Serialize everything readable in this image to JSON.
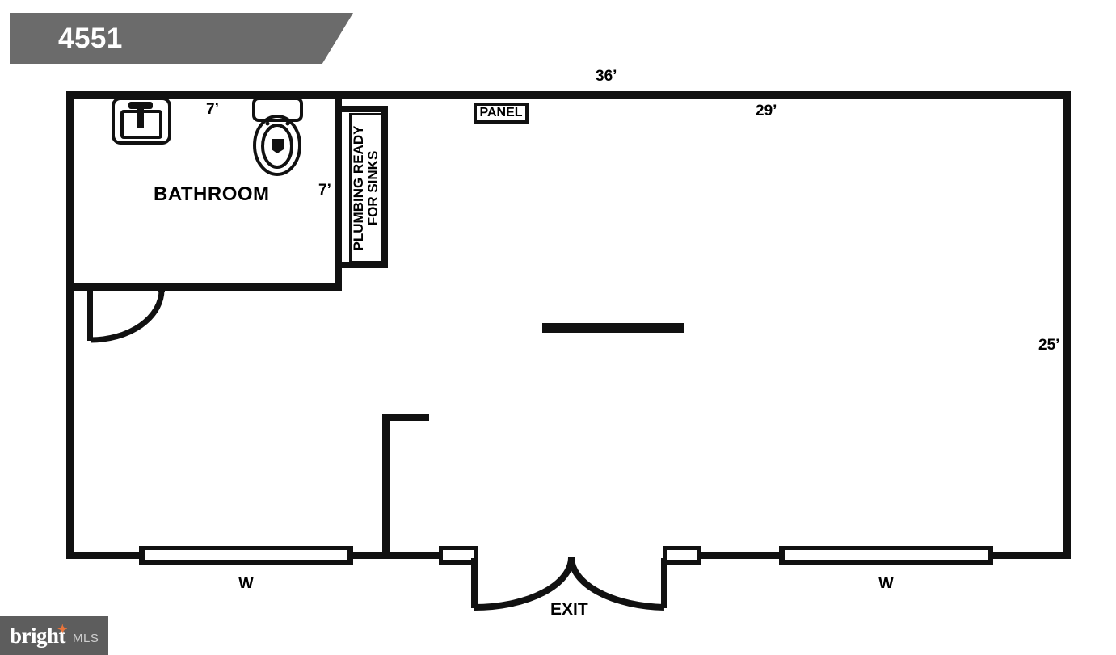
{
  "banner": {
    "unit_number": "4551"
  },
  "watermark": {
    "brand": "bright",
    "suffix": "MLS"
  },
  "floorplan": {
    "rooms": [
      {
        "name": "bathroom",
        "label": "BATHROOM"
      }
    ],
    "labels": {
      "panel": "PANEL",
      "plumbing_note_line1": "PLUMBING READY",
      "plumbing_note_line2": "FOR SINKS",
      "exit": "EXIT",
      "window_left": "W",
      "window_right": "W"
    },
    "dimensions": {
      "overall_width": "36’",
      "main_room_width": "29’",
      "overall_depth": "25’",
      "bathroom_width": "7’",
      "bathroom_depth": "7’"
    },
    "fixtures": [
      {
        "name": "sink",
        "room": "bathroom"
      },
      {
        "name": "toilet",
        "room": "bathroom"
      }
    ],
    "openings": [
      {
        "name": "bathroom-door",
        "type": "single-swing-door"
      },
      {
        "name": "exit-door",
        "type": "double-swing-door"
      },
      {
        "name": "window-left",
        "type": "window"
      },
      {
        "name": "window-right",
        "type": "window"
      }
    ],
    "colors": {
      "wall": "#111111",
      "banner_background": "#6b6b6b",
      "banner_text": "#ffffff",
      "watermark_background": "#5d5d5d",
      "watermark_accent": "#e8743b",
      "page_background": "#ffffff"
    }
  }
}
